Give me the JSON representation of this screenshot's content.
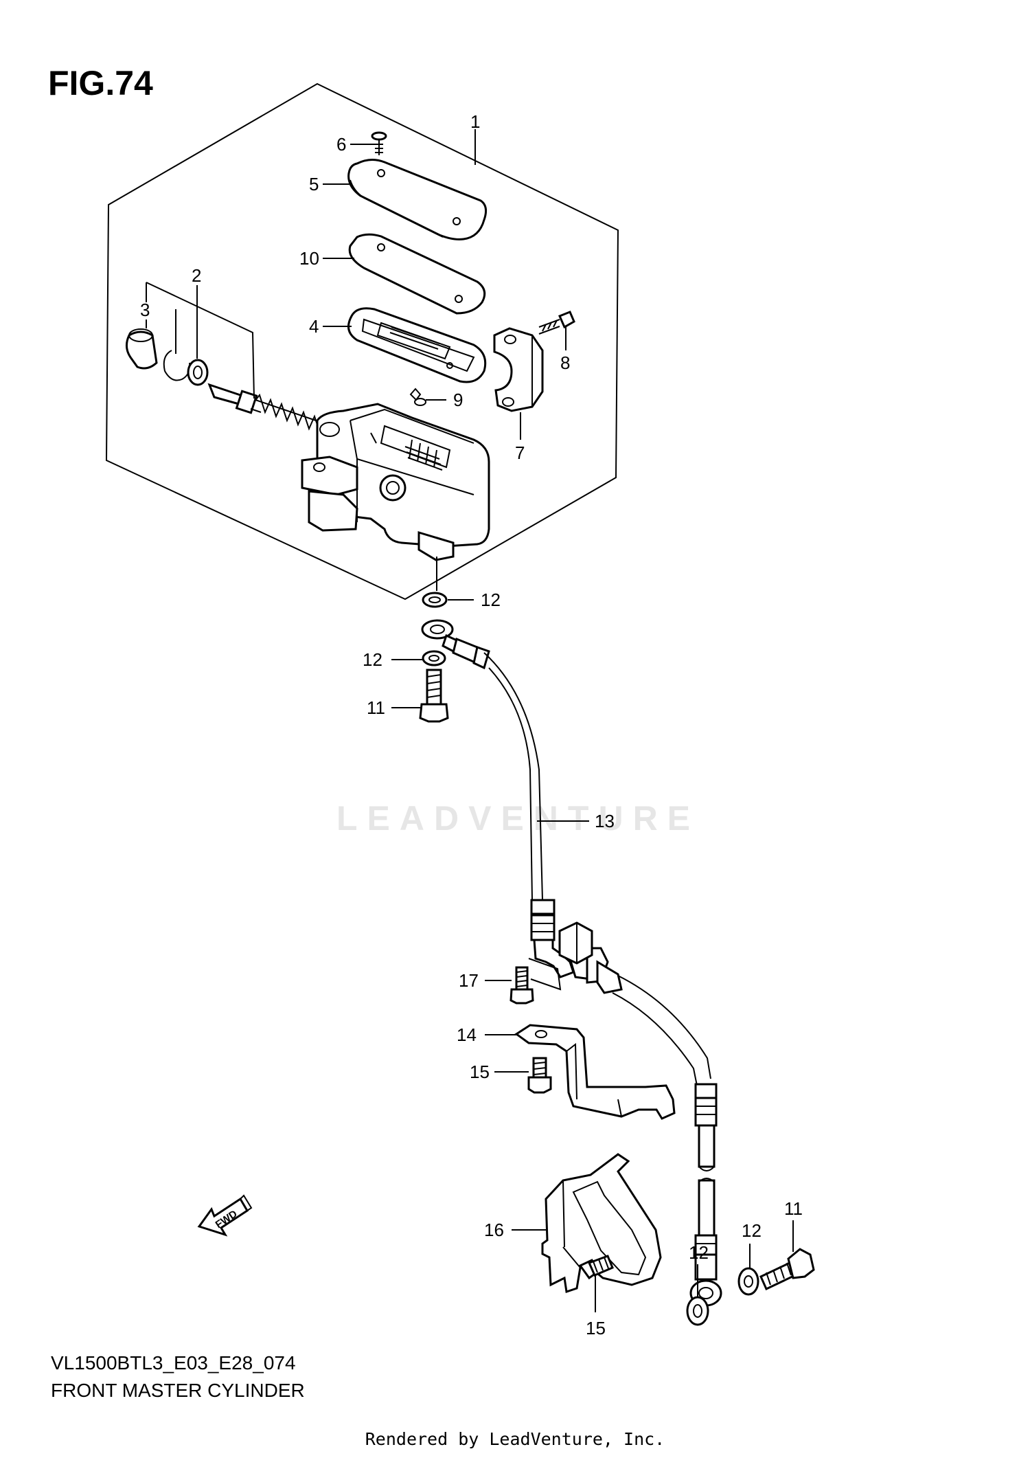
{
  "figure_title": "FIG.74",
  "footer": {
    "code": "VL1500BTL3_E03_E28_074",
    "name": "FRONT MASTER CYLINDER",
    "rendered_by": "Rendered by LeadVenture, Inc."
  },
  "watermark": "LEADVENTURE",
  "fwd_label": "FWD",
  "callouts": {
    "c1": "1",
    "c2": "2",
    "c3": "3",
    "c4": "4",
    "c5": "5",
    "c6": "6",
    "c7": "7",
    "c8": "8",
    "c9": "9",
    "c10": "10",
    "c11a": "11",
    "c11b": "11",
    "c12a": "12",
    "c12b": "12",
    "c12c": "12",
    "c12d": "12",
    "c13": "13",
    "c14": "14",
    "c15a": "15",
    "c15b": "15",
    "c16": "16",
    "c17": "17"
  }
}
